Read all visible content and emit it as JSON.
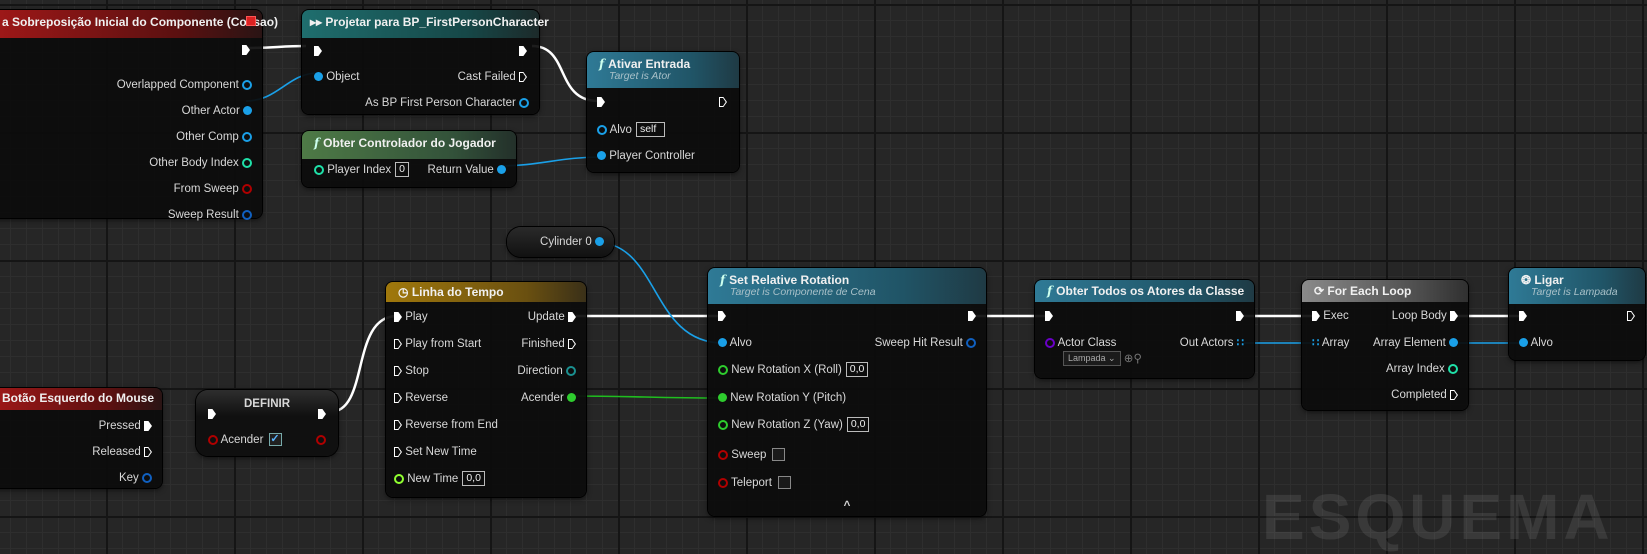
{
  "nodes": {
    "overlap_event": {
      "title": "a Sobreposição Inicial do Componente (Colisao)",
      "pins": [
        "Overlapped Component",
        "Other Actor",
        "Other Comp",
        "Other Body Index",
        "From Sweep",
        "Sweep Result"
      ]
    },
    "cast": {
      "title": "Projetar para BP_FirstPersonCharacter",
      "object": "Object",
      "cast_failed": "Cast Failed",
      "as_bp": "As BP First Person Character"
    },
    "enable_input": {
      "title": "Ativar Entrada",
      "subtitle": "Target is Ator",
      "alvo": "Alvo",
      "alvo_value": "self",
      "player_controller": "Player Controller"
    },
    "get_controller": {
      "title": "Obter Controlador do Jogador",
      "player_index": "Player Index",
      "player_index_value": "0",
      "return_value": "Return Value"
    },
    "cylinder": {
      "label": "Cylinder 0"
    },
    "mouse_event": {
      "title": "Botão Esquerdo do Mouse",
      "pressed": "Pressed",
      "released": "Released",
      "key": "Key"
    },
    "set_var": {
      "title": "DEFINIR",
      "var": "Acender"
    },
    "timeline": {
      "title": "Linha do Tempo",
      "inputs": [
        "Play",
        "Play from Start",
        "Stop",
        "Reverse",
        "Reverse from End",
        "Set New Time",
        "New Time"
      ],
      "new_time_value": "0,0",
      "outputs": [
        "Update",
        "Finished",
        "Direction",
        "Acender"
      ]
    },
    "set_rotation": {
      "title": "Set Relative Rotation",
      "subtitle": "Target is Componente de Cena",
      "alvo": "Alvo",
      "sweep_hit": "Sweep Hit Result",
      "rot_x": "New Rotation X (Roll)",
      "rot_x_value": "0,0",
      "rot_y": "New Rotation Y (Pitch)",
      "rot_z": "New Rotation Z (Yaw)",
      "rot_z_value": "0,0",
      "sweep": "Sweep",
      "teleport": "Teleport",
      "expand_icon": "^"
    },
    "get_all_actors": {
      "title": "Obter Todos os Atores da Classe",
      "actor_class": "Actor Class",
      "class_value": "Lampada",
      "out_actors": "Out Actors"
    },
    "foreach": {
      "title": "For Each Loop",
      "exec": "Exec",
      "array": "Array",
      "loop_body": "Loop Body",
      "array_element": "Array Element",
      "array_index": "Array Index",
      "completed": "Completed"
    },
    "ligar": {
      "title": "Ligar",
      "subtitle": "Target is Lampada",
      "alvo": "Alvo"
    }
  },
  "colors": {
    "object_pin": "#1aa0e8",
    "bool_pin": "#8c0000",
    "int_pin": "#1fe0a8",
    "struct_pin": "#1060c0",
    "float_pin": "#90ff30",
    "class_pin": "#6a00c8"
  },
  "watermark": "ESQUEMA"
}
